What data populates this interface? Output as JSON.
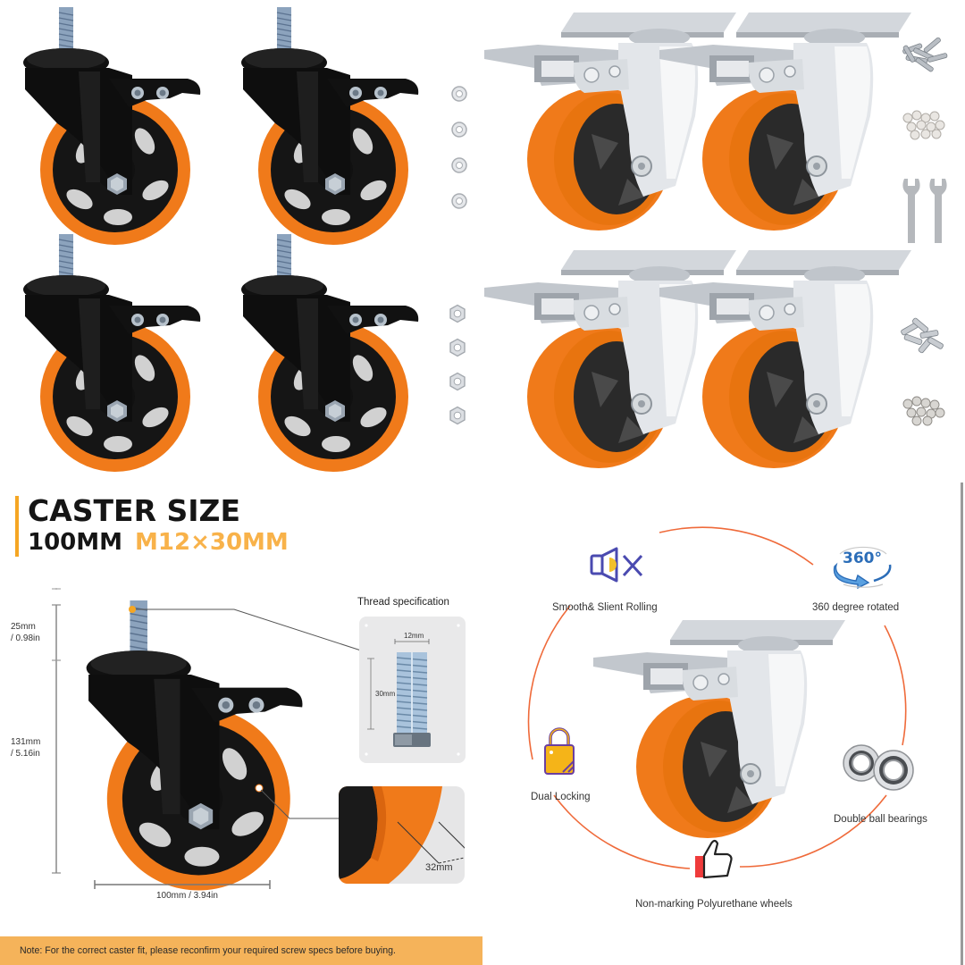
{
  "top_gallery": {
    "left_panel": {
      "product": "Black stem casters with orange wheels and brake",
      "count": 4,
      "accessories": [
        "washers",
        "hex nuts"
      ]
    },
    "right_panel": {
      "product": "Silver plate casters with orange wheels and brake",
      "count": 4,
      "accessories": [
        "screws",
        "washers",
        "wrenches",
        "bolts",
        "nuts"
      ]
    }
  },
  "caster_size": {
    "title": "CASTER SIZE",
    "diameter": "100MM",
    "thread": "M12×30MM",
    "accent_color": "#f5a623"
  },
  "dimensions": {
    "stem_height": "25mm",
    "stem_height_in": "/ 0.98in",
    "total_height": "131mm",
    "total_height_in": "/ 5.16in",
    "wheel_width_label": "100mm / 3.94in",
    "tread_width": "32mm"
  },
  "thread_spec": {
    "title": "Thread specification",
    "diameter": "12mm",
    "length": "30mm"
  },
  "note": "Note: For the correct caster fit, please reconfirm your required screw specs before buying.",
  "features": [
    {
      "icon": "speaker-mute-icon",
      "label": "Smooth& Slient Rolling"
    },
    {
      "icon": "rotate-360-icon",
      "label": "360 degree rotated"
    },
    {
      "icon": "lock-icon",
      "label": "Dual Locking"
    },
    {
      "icon": "ball-bearing-icon",
      "label": "Double ball bearings"
    },
    {
      "icon": "thumbs-up-icon",
      "label": "Non-marking Polyurethane wheels"
    }
  ],
  "colors": {
    "wheel_orange": "#f07a1a",
    "note_bg": "#f5b35a",
    "circle_line": "#ef6a3a",
    "icon_blue": "#4a4ab0"
  }
}
